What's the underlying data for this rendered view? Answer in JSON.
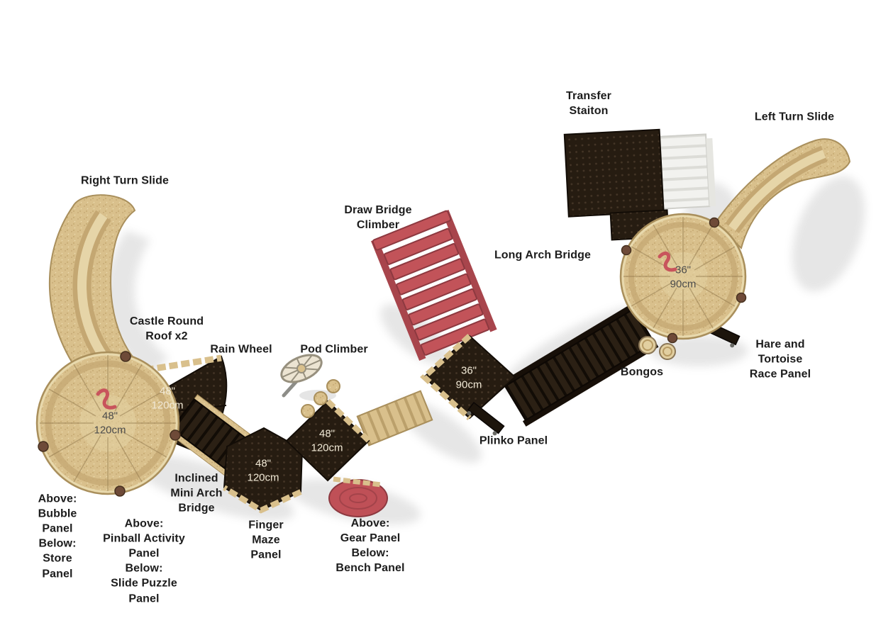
{
  "meta": {
    "description": "Top-down diagram of a commercial playground structure with labeled components"
  },
  "colors": {
    "background": "#ffffff",
    "sand": "#d9c08c",
    "sand_dark": "#a98f5c",
    "deck_dark": "#261c11",
    "red": "#c25359",
    "label_text": "#1c1c1c",
    "deck_text_light": "#f0e8d5",
    "deck_text_dark": "#4b4b4b"
  },
  "labels": {
    "right_turn_slide": "Right Turn Slide",
    "transfer_station": "Transfer\nStaiton",
    "left_turn_slide": "Left Turn Slide",
    "draw_bridge_climber": "Draw Bridge\nClimber",
    "long_arch_bridge": "Long Arch Bridge",
    "castle_round_roof": "Castle Round\nRoof x2",
    "rain_wheel": "Rain Wheel",
    "pod_climber": "Pod Climber",
    "hare_and_tortoise": "Hare and Tortoise\nRace Panel",
    "bongos": "Bongos",
    "plinko_panel": "Plinko Panel",
    "inclined_mini_arch_bridge": "Inclined\nMini Arch\nBridge",
    "finger_maze_panel": "Finger\nMaze\nPanel",
    "gear_bench_panels": "Above:\nGear Panel\nBelow:\nBench Panel",
    "bubble_store_panels": "Above:\nBubble\nPanel\nBelow:\nStore\nPanel",
    "pinball_slide_puzzle_panels": "Above:\nPinball Activity\nPanel\nBelow:\nSlide Puzzle\nPanel"
  },
  "deck_sizes": {
    "round_deck_48": "48\"\n120cm",
    "fan_deck_48": "48\"\n120cm",
    "hex_deck_48": "48\"\n120cm",
    "square_deck_48": "48\"\n120cm",
    "mid_deck_36": "36\"\n90cm",
    "upper_round_deck_36": "36\"\n90cm"
  }
}
